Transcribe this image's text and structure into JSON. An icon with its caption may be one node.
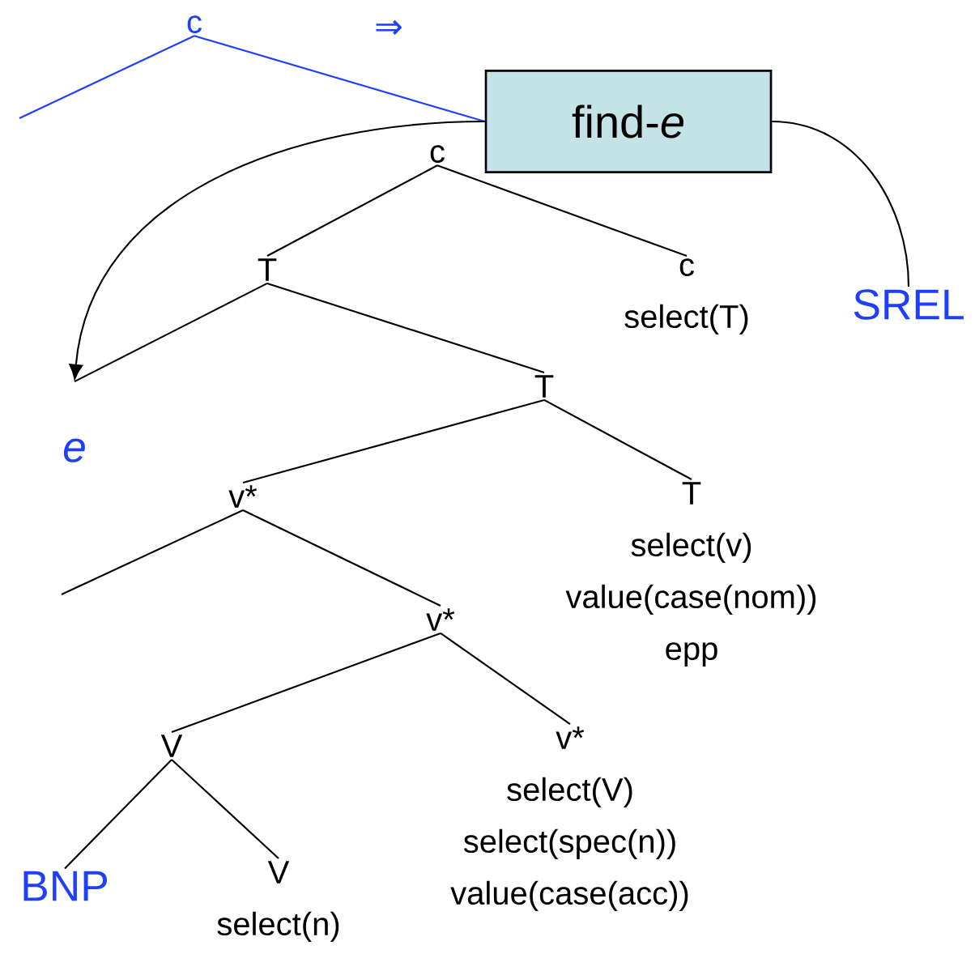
{
  "diagram": {
    "nodes": [
      {
        "text": [
          "c"
        ]
      },
      {
        "text": [
          "find-*e*"
        ]
      },
      {
        "text": [
          "SREL"
        ]
      },
      {
        "text": [
          "c"
        ]
      },
      {
        "text": [
          "T"
        ]
      },
      {
        "text": [
          "c",
          "select(T)"
        ]
      },
      {
        "text": [
          "e"
        ]
      },
      {
        "text": [
          "T"
        ]
      },
      {
        "text": [
          "v*"
        ]
      },
      {
        "text": [
          "T",
          "select(v)",
          "value(case(nom))",
          "epp"
        ]
      },
      {
        "text": [
          "v*"
        ]
      },
      {
        "text": [
          "V"
        ]
      },
      {
        "text": [
          "v*",
          "select(V)",
          "select(spec(n))",
          "value(case(acc))"
        ]
      },
      {
        "text": [
          "BNP"
        ]
      },
      {
        "text": [
          "V",
          "select(n)"
        ]
      }
    ],
    "edges": [
      {
        "from": 0,
        "to": null,
        "arrow": "none",
        "color": "#1f3fff"
      },
      {
        "from": 0,
        "to": 1,
        "arrow": "none",
        "color": "#1f3fff"
      },
      {
        "from": 1,
        "to": 6,
        "arrow": "to"
      },
      {
        "from": 1,
        "to": 2,
        "arrow": "none"
      },
      {
        "from": 3,
        "to": 4,
        "arrow": "none"
      },
      {
        "from": 3,
        "to": 5,
        "arrow": "none"
      },
      {
        "from": 4,
        "to": 6,
        "arrow": "none"
      },
      {
        "from": 4,
        "to": 7,
        "arrow": "none"
      },
      {
        "from": 7,
        "to": 8,
        "arrow": "none"
      },
      {
        "from": 7,
        "to": 9,
        "arrow": "none"
      },
      {
        "from": 8,
        "to": null,
        "arrow": "none"
      },
      {
        "from": 8,
        "to": 10,
        "arrow": "none"
      },
      {
        "from": 10,
        "to": 11,
        "arrow": "none"
      },
      {
        "from": 10,
        "to": 12,
        "arrow": "none"
      },
      {
        "from": 11,
        "to": 13,
        "arrow": "none"
      },
      {
        "from": 11,
        "to": 14,
        "arrow": "none"
      }
    ],
    "labels": [
      "⇒"
    ]
  }
}
